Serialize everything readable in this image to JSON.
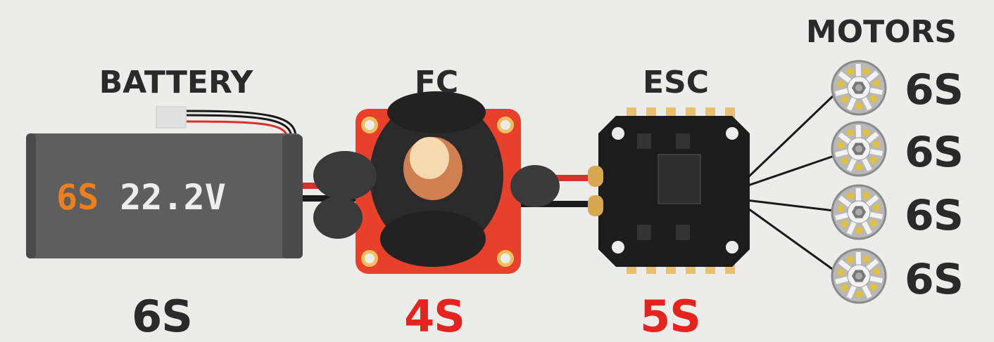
{
  "battery": {
    "title": "BATTERY",
    "cell_count_label": "6S",
    "voltage_label": "22.2V",
    "rating": "6S"
  },
  "fc": {
    "title": "FC",
    "rating": "4S",
    "status": "exploded"
  },
  "esc": {
    "title": "ESC",
    "rating": "5S"
  },
  "motors": {
    "title": "MOTORS",
    "items": [
      {
        "rating": "6S"
      },
      {
        "rating": "6S"
      },
      {
        "rating": "6S"
      },
      {
        "rating": "6S"
      }
    ]
  },
  "colors": {
    "background": "#ececea",
    "text": "#2a2a2a",
    "mismatch": "#e3241f",
    "battery_orange": "#ee7f1e",
    "fc_board": "#e8402a"
  }
}
